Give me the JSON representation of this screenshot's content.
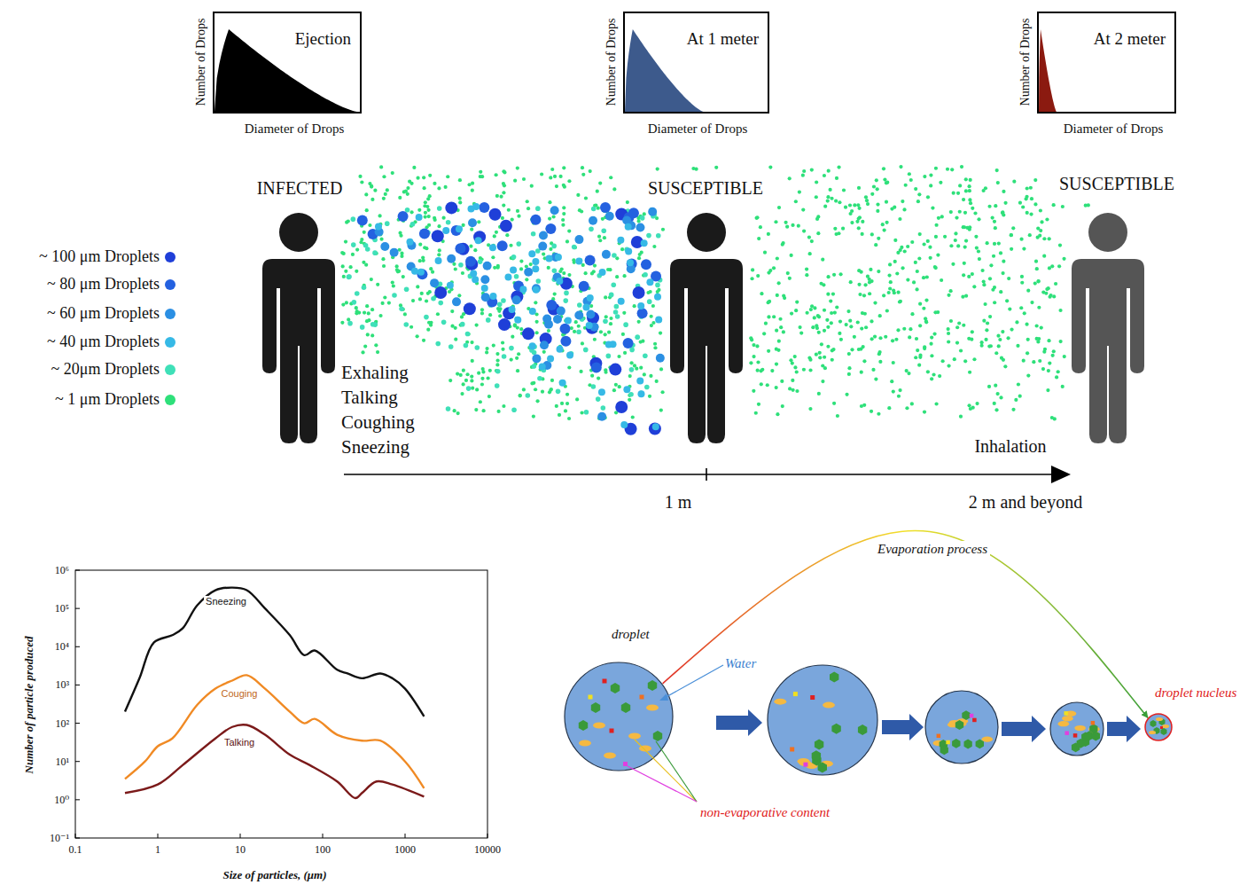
{
  "diagram": {
    "nodes": [
      {
        "text": [
          "Ejection"
        ]
      },
      {
        "text": [
          "At 1 meter"
        ]
      },
      {
        "text": [
          "At 2 meter"
        ]
      },
      {
        "text": [
          "droplet"
        ]
      },
      {
        "text": [
          "droplet nucleus"
        ]
      }
    ],
    "edges": [
      {
        "from": 3,
        "to": 4,
        "arrow": "to",
        "label": "Evaporation process"
      }
    ],
    "labels": [
      "Number of Drops",
      "Diameter of Drops",
      "Number of Drops",
      "Diameter of Drops",
      "Number of Drops",
      "Diameter of Drops",
      "INFECTED",
      "SUSCEPTIBLE",
      "SUSCEPTIBLE",
      "Exhaling Talking Coughing Sneezing",
      "Inhalation",
      "1 m",
      "2 m and beyond",
      "10⁶",
      "10⁵",
      "10⁴",
      "10³",
      "10²",
      "10¹",
      "10⁰",
      "10⁻¹",
      "0.1",
      "1",
      "10",
      "100",
      "1000",
      "10000",
      "Number of particle produced",
      "Size of particles, (μm)",
      "Sneezing",
      "Couging",
      "Talking",
      "Water",
      "non-evaporative content"
    ],
    "legend": [
      {
        "text": "~ 100 μm Droplets",
        "color": "#1f3fd8"
      },
      {
        "text": "~ 80 μm Droplets",
        "color": "#2461e0"
      },
      {
        "text": "~ 60 μm Droplets",
        "color": "#2b8fe3"
      },
      {
        "text": "~ 40 μm Droplets",
        "color": "#36b9e6"
      },
      {
        "text": "~ 20μm Droplets",
        "color": "#3fe0b8"
      },
      {
        "text": "~ 1 μm Droplets",
        "color": "#2ee07a"
      }
    ]
  }
}
